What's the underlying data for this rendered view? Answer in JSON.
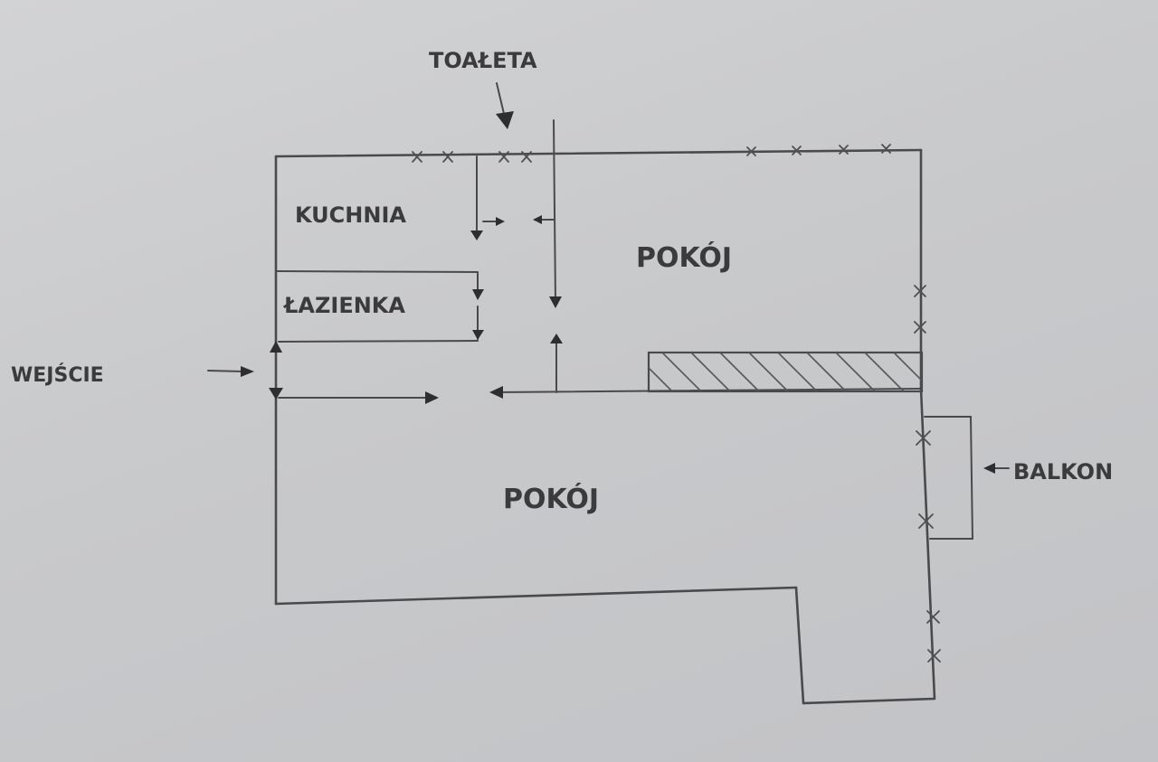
{
  "labels": {
    "toilet": "TOAŁETA",
    "kitchen": "KUCHNIA",
    "bathroom": "ŁAZIENKA",
    "entrance": "WEJŚCIE",
    "room_upper": "POKÓJ",
    "room_lower": "POKÓJ",
    "balcony": "BALKON"
  },
  "colors": {
    "paper": "#c9cacc",
    "pencil": "#4a4a4c"
  }
}
